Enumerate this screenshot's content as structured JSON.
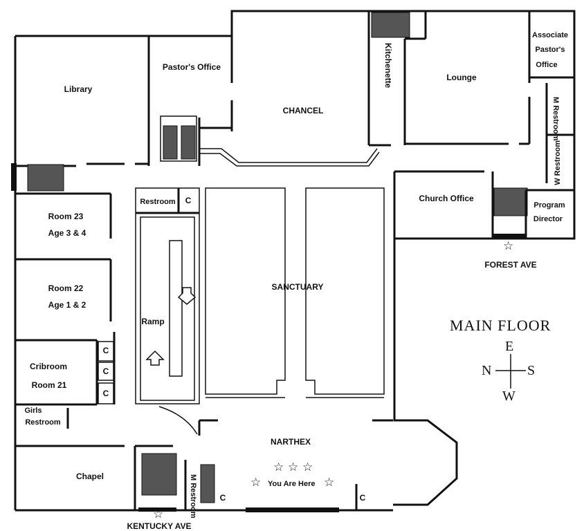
{
  "map": {
    "title": "MAIN FLOOR",
    "compass": {
      "north": "N",
      "south": "S",
      "east": "E",
      "west": "W"
    },
    "entrances": {
      "forest": "FOREST AVE",
      "kentucky": "KENTUCKY AVE"
    },
    "you_are_here": "You Are Here",
    "rooms": {
      "library": "Library",
      "pastors_office": "Pastor's Office",
      "chancel": "CHANCEL",
      "kitchenette": "Kitchenette",
      "lounge": "Lounge",
      "associate_line1": "Associate",
      "associate_line2": "Pastor's",
      "associate_line3": "Office",
      "m_restroom_east": "M Restroom",
      "w_restroom_east": "W Restroom",
      "church_office": "Church Office",
      "program_line1": "Program",
      "program_line2": "Director",
      "restroom_north": "Restroom",
      "room23_line1": "Room 23",
      "room23_line2": "Age 3 & 4",
      "room22_line1": "Room 22",
      "room22_line2": "Age 1 & 2",
      "ramp": "Ramp",
      "sanctuary": "SANCTUARY",
      "cribroom_line1": "Cribroom",
      "cribroom_line2": "Room 21",
      "girls_line1": "Girls",
      "girls_line2": "Restroom",
      "narthex": "NARTHEX",
      "chapel": "Chapel",
      "m_restroom_west": "M Restroom",
      "closet": "C"
    }
  }
}
